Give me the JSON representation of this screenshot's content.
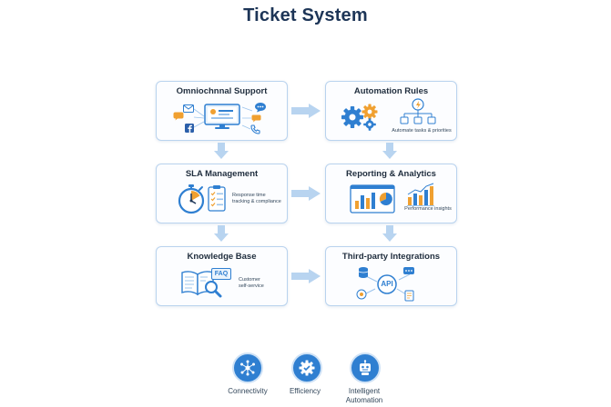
{
  "page": {
    "title": "Ticket System"
  },
  "cards": [
    {
      "id": "omni",
      "title": "Omniochnnal Support",
      "note": ""
    },
    {
      "id": "auto",
      "title": "Automation Rules",
      "note": "Automate tasks & priorities"
    },
    {
      "id": "sla",
      "title": "SLA Management",
      "note_line1": "Response time",
      "note_line2": "tracking & compliance"
    },
    {
      "id": "report",
      "title": "Reporting & Analytics",
      "note": "Performance insights"
    },
    {
      "id": "kb",
      "title": "Knowledge Base",
      "note_line1": "Customer",
      "note_line2": "self-service",
      "faq": "FAQ"
    },
    {
      "id": "third",
      "title": "Third-party Integrations",
      "api": "API"
    }
  ],
  "benefits": [
    {
      "label": "Connectivity",
      "icon": "network-icon"
    },
    {
      "label": "Efficiency",
      "icon": "gear-check-icon"
    },
    {
      "label_line1": "Intelligent",
      "label_line2": "Automation",
      "icon": "robot-icon"
    }
  ],
  "colors": {
    "accent": "#2f7fd1",
    "orange": "#f0a030",
    "card_border": "#b9d3ee",
    "arrow": "#b8d4f0",
    "title": "#1d3557"
  }
}
